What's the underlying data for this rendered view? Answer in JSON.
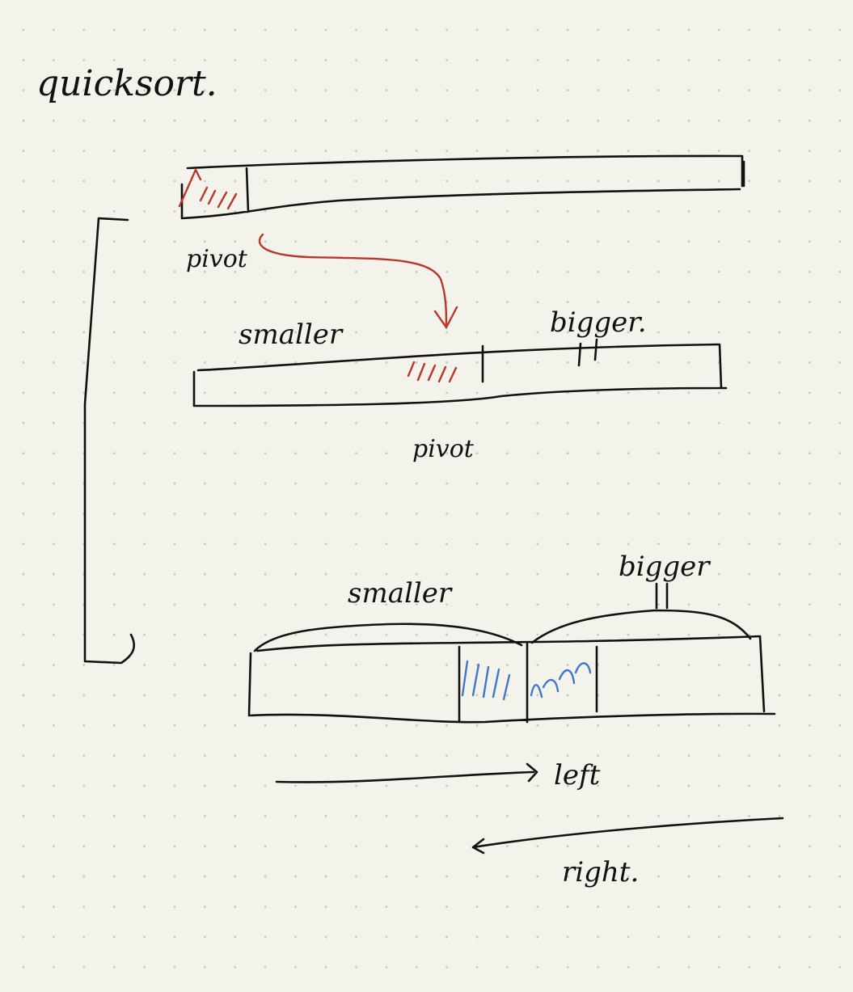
{
  "title": "quicksort.",
  "labels": {
    "pivot_top": "pivot",
    "smaller_mid": "smaller",
    "bigger_mid": "bigger.",
    "pivot_mid": "pivot",
    "smaller_bottom": "smaller",
    "bigger_bottom": "bigger",
    "left": "left",
    "right": "right."
  },
  "colors": {
    "paper": "#f4f3eb",
    "ink": "#111111",
    "pivot_highlight": "#b8362b",
    "partition_highlight": "#3f78c8"
  }
}
